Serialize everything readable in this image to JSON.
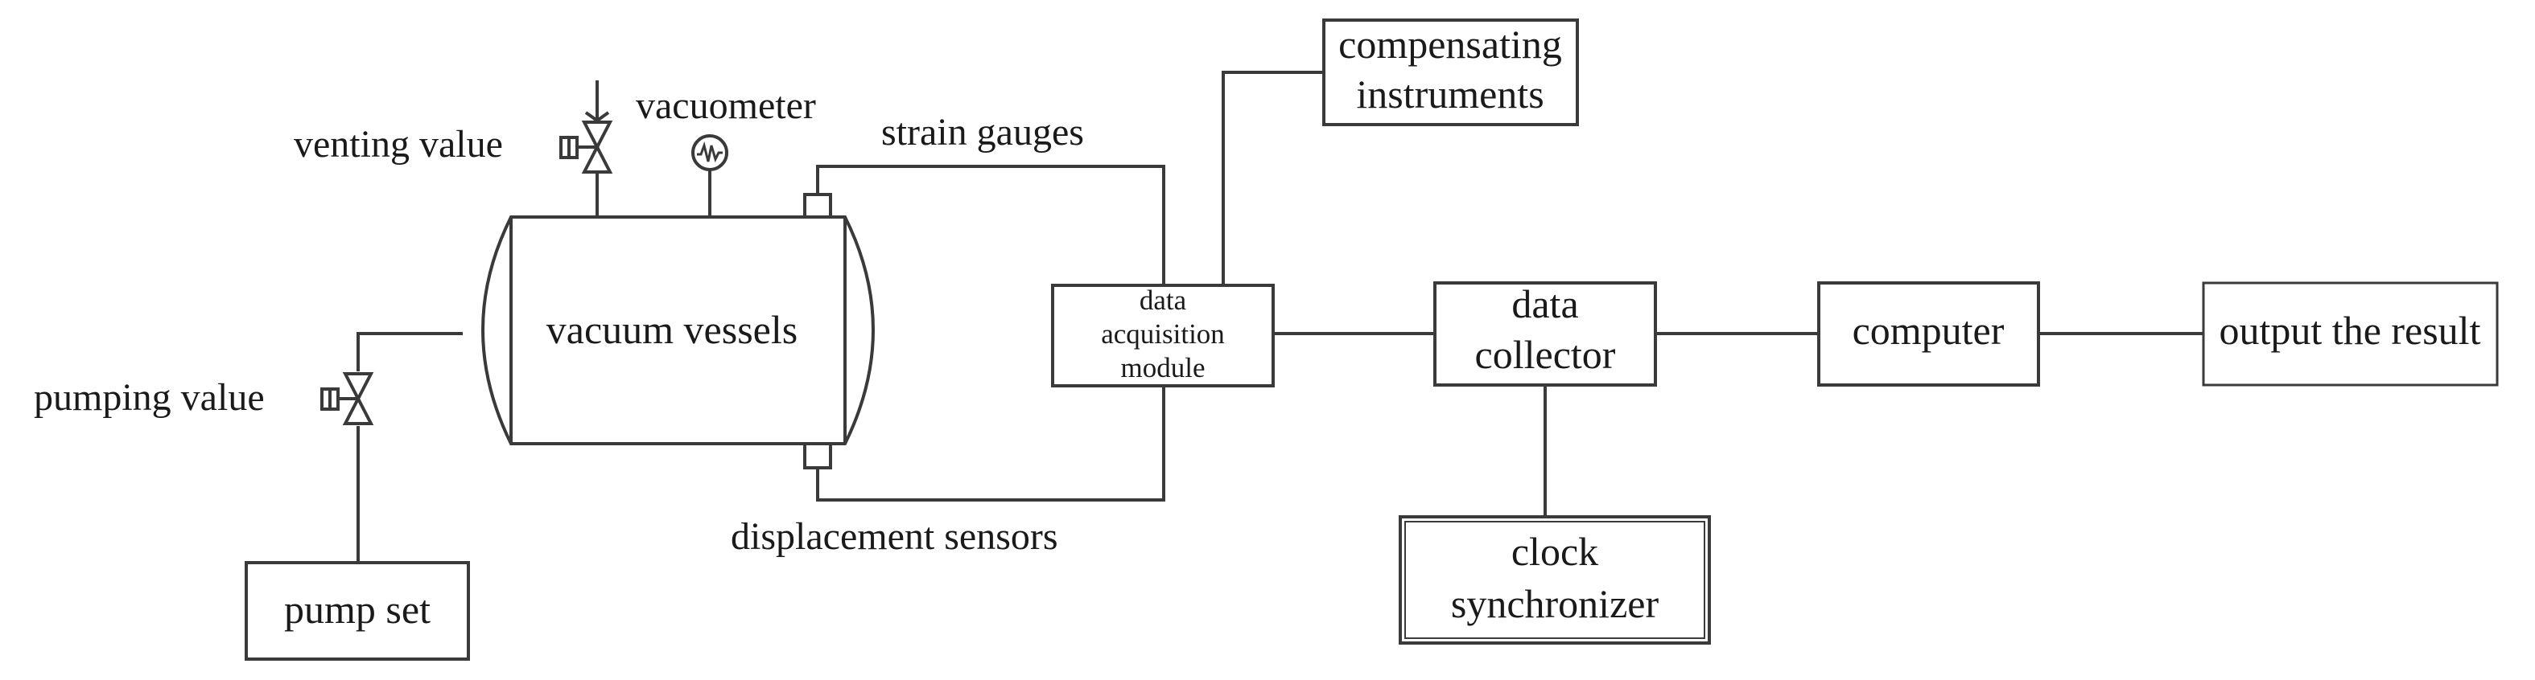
{
  "labels": {
    "venting_value": "venting value",
    "vacuometer": "vacuometer",
    "strain_gauges": "strain gauges",
    "vacuum_vessels": "vacuum vessels",
    "pumping_value": "pumping value",
    "pump_set": "pump set",
    "displacement_sensors": "displacement sensors",
    "data_acq_line1": "data",
    "data_acq_line2": "acquisition",
    "data_acq_line3": "module",
    "compensating_line1": "compensating",
    "compensating_line2": "instruments",
    "data_collector_line1": "data",
    "data_collector_line2": "collector",
    "computer": "computer",
    "output": "output the result",
    "clock_line1": "clock",
    "clock_line2": "synchronizer"
  }
}
